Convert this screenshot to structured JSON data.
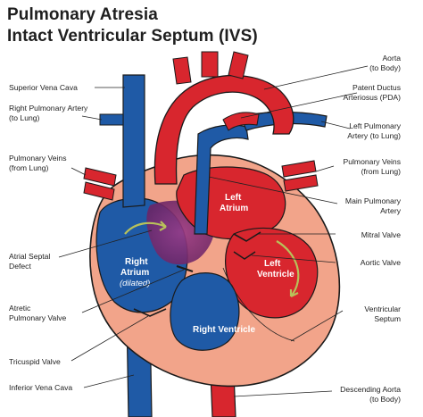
{
  "title": {
    "line1": "Pulmonary Atresia",
    "line2": "Intact Ventricular Septum (IVS)"
  },
  "labels_left": {
    "svc": "Superior Vena Cava",
    "rpa_1": "Right Pulmonary Artery",
    "rpa_2": "(to Lung)",
    "pv_left_1": "Pulmonary Veins",
    "pv_left_2": "(from Lung)",
    "asd_1": "Atrial Septal",
    "asd_2": "Defect",
    "apv_1": "Atretic",
    "apv_2": "Pulmonary Valve",
    "tricuspid": "Tricuspid Valve",
    "ivc": "Inferior Vena Cava"
  },
  "labels_right": {
    "aorta_1": "Aorta",
    "aorta_2": "(to Body)",
    "pda_1": "Patent Ductus",
    "pda_2": "Arteriosus (PDA)",
    "lpa_1": "Left Pulmonary",
    "lpa_2": "Artery (to Lung)",
    "pv_right_1": "Pulmonary Veins",
    "pv_right_2": "(from Lung)",
    "mpa_1": "Main Pulmonary",
    "mpa_2": "Artery",
    "mitral": "Mitral Valve",
    "aortic": "Aortic Valve",
    "vs_1": "Ventricular",
    "vs_2": "Septum",
    "da_1": "Descending Aorta",
    "da_2": "(to Body)"
  },
  "chambers": {
    "la_1": "Left",
    "la_2": "Atrium",
    "ra_1": "Right",
    "ra_2": "Atrium",
    "ra_3": "(dilated)",
    "lv_1": "Left",
    "lv_2": "Ventricle",
    "rv": "Right Ventricle"
  },
  "colors": {
    "oxygenated": "#d8262e",
    "deoxygenated": "#1f5aa6",
    "mixed": "#8a2a6e",
    "heart_wall": "#f2a48a",
    "outline": "#1a1a1a",
    "flow_arrow": "#b8c15a"
  }
}
